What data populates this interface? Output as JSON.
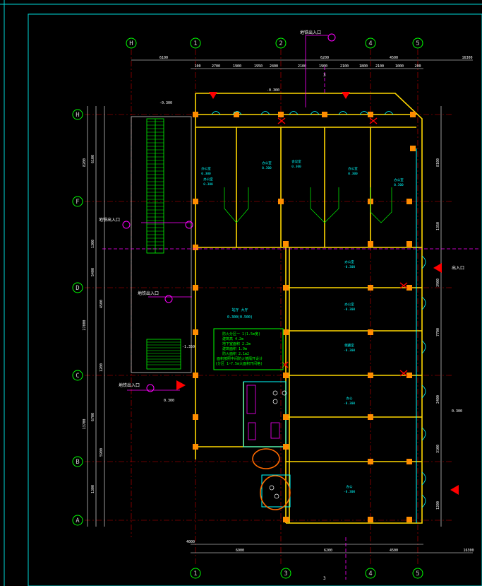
{
  "colors": {
    "background": "#000000",
    "frame": "#00d7d7",
    "dim": "#ffffff",
    "axis": "#c8c8c8",
    "axis_bubble": "#00ff00",
    "wall": "#ffd700",
    "column": "#ff8c00",
    "stair": "#00ff00",
    "door": "#00ffff",
    "hidden": "#ff00ff",
    "fire": "#ff0000",
    "label": "#00ffff",
    "note": "#00ff00",
    "markup": "#ff6a00"
  },
  "axes": {
    "top": [
      "H",
      "1",
      "2",
      "4",
      "5"
    ],
    "bottom": [
      "1",
      "3",
      "4",
      "5"
    ],
    "left": [
      "H",
      "F",
      "D",
      "C",
      "B",
      "A"
    ]
  },
  "dimensions": {
    "top_overall": [
      "6100",
      "6200",
      "4500",
      "16300"
    ],
    "top_detail": [
      "100",
      "2700",
      "1900",
      "1950",
      "2400",
      "2100",
      "1900",
      "2100",
      "1800",
      "2100",
      "1000",
      "200"
    ],
    "bottom_overall": [
      "4000",
      "6900",
      "6200",
      "4500",
      "16300"
    ],
    "left_overall": [
      "8200",
      "27800",
      "13700"
    ],
    "left_detail": [
      "6100",
      "1300",
      "5400",
      "4500",
      "1200",
      "6700",
      "5900",
      "1300"
    ],
    "right_detail": [
      "8100",
      "1350",
      "3900",
      "7700",
      "2400",
      "3100",
      "1200"
    ]
  },
  "labels": {
    "fire_exit_top": "地铁出入口",
    "fire_exit_left_1": "地铁出入口",
    "fire_exit_left_2": "地铁出入口",
    "fire_exit_left_3": "地铁出入口",
    "right_mark": "出入口",
    "level_1": "-0.300",
    "level_2": "-0.300",
    "level_3": "0.300",
    "level_4": "0.300",
    "level_5": "-1.350",
    "hall_name": "站厅 大厅",
    "hall_level": "0.300(0.500)",
    "bottom_grid": "3",
    "top_grid": "3"
  },
  "note_box": {
    "lines": [
      "防火分区一 1(1.5m宽)",
      "建筑高 4.2m",
      "地下室面积 2.2m",
      "建筑面积 1.9m",
      "防火面积 2.1m2",
      "面积按照中间防火墙隔开设计",
      "(分区 1~7.5m大面积开间格)"
    ]
  },
  "rooms": [
    {
      "name": "办公室",
      "level": "0.300"
    },
    {
      "name": "办公室",
      "level": "0.300"
    },
    {
      "name": "会议室",
      "level": "0.300"
    },
    {
      "name": "办公室",
      "level": "0.300"
    },
    {
      "name": "办公室",
      "level": "0.300"
    },
    {
      "name": "办公室",
      "level": "0.300"
    },
    {
      "name": "办公室",
      "level": "-0.300"
    },
    {
      "name": "办公室",
      "level": "-0.300"
    },
    {
      "name": "储藏室",
      "level": "-0.300"
    },
    {
      "name": "办公",
      "level": "-0.300"
    },
    {
      "name": "办公",
      "level": "-0.300"
    }
  ]
}
